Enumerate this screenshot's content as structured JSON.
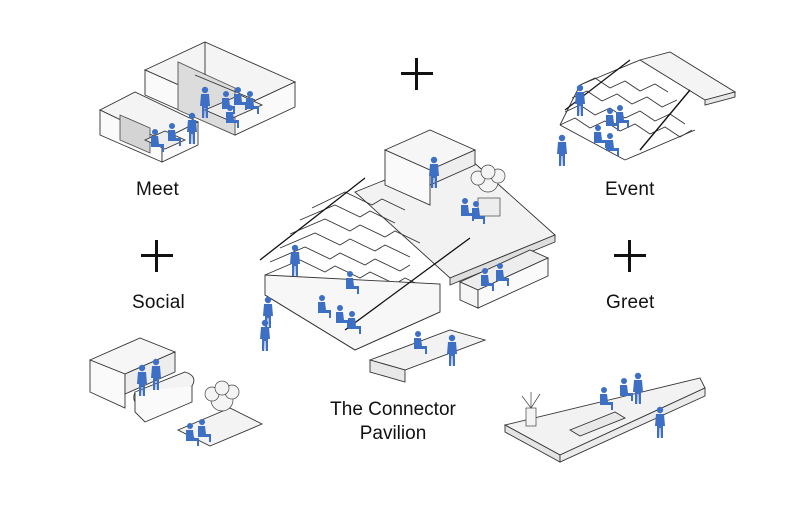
{
  "labels": {
    "meet": "Meet",
    "event": "Event",
    "social": "Social",
    "greet": "Greet",
    "title_line1": "The Connector",
    "title_line2": "Pavilion"
  },
  "colors": {
    "figure": "#3d6fc4",
    "line": "#333333",
    "fill": "#f2f2f2",
    "fill_dark": "#e2e2e2"
  }
}
